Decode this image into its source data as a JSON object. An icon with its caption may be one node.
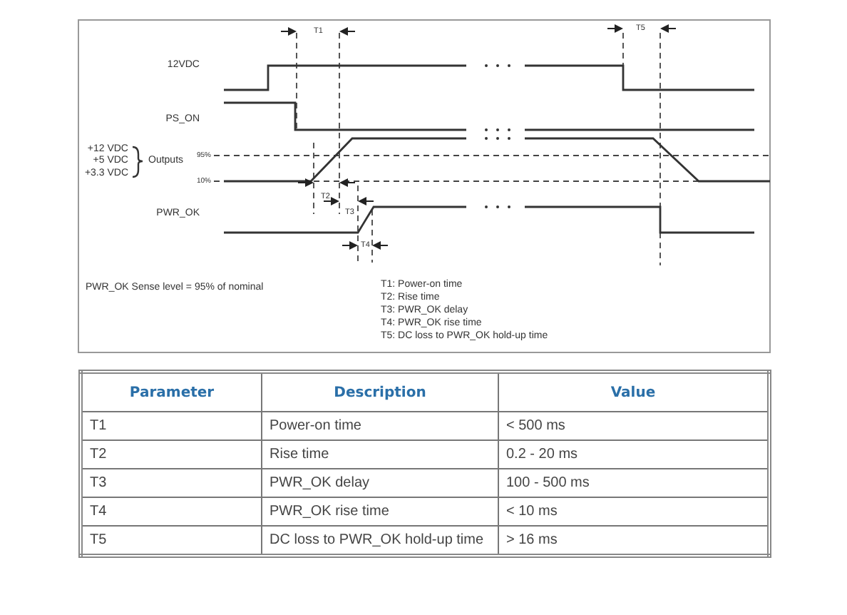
{
  "diagram": {
    "labels": [
      "T1",
      "T5",
      "12VDC",
      "PS_ON",
      "+12 VDC",
      "+5 VDC",
      "+3.3 VDC",
      "Outputs",
      "95%",
      "10%",
      "T2",
      "T3",
      "PWR_OK",
      "T4",
      "PWR_OK Sense level = 95% of nominal",
      "T1: Power-on time",
      "T2: Rise time",
      "T3: PWR_OK delay",
      "T4: PWR_OK rise time",
      "T5: DC loss to PWR_OK hold-up time",
      "Parameter",
      "Description",
      "Value",
      "T1",
      "Power-on time",
      "< 500 ms",
      "T2",
      "Rise time",
      "0.2 - 20 ms",
      "T3",
      "PWR_OK delay",
      "100 - 500 ms",
      "T4",
      "PWR_OK rise time",
      "< 10 ms",
      "T5",
      "DC loss to PWR_OK hold-up time",
      "> 16 ms"
    ]
  }
}
